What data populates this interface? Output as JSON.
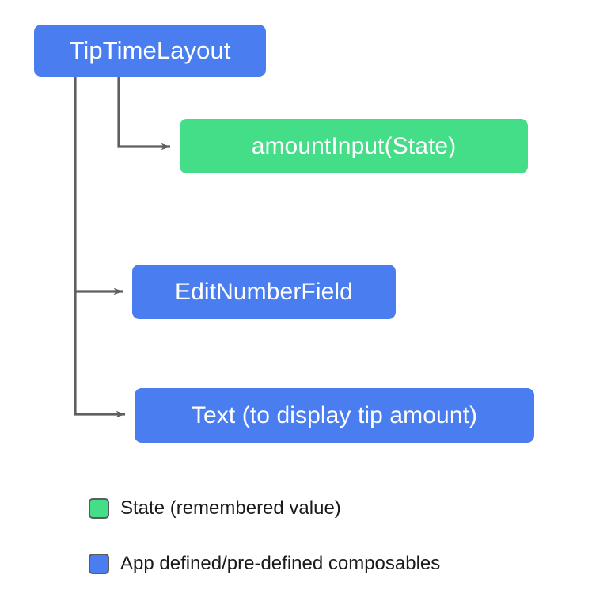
{
  "diagram": {
    "type": "hierarchy-tree",
    "background_color": "#ffffff",
    "connector_color": "#5f5f5f",
    "nodes": [
      {
        "id": "root",
        "label": "TipTimeLayout",
        "kind": "composable",
        "color": "#4a7ef0"
      },
      {
        "id": "amount_input",
        "label": "amountInput(State)",
        "kind": "state",
        "color": "#44dd88"
      },
      {
        "id": "edit_number_field",
        "label": "EditNumberField",
        "kind": "composable",
        "color": "#4a7ef0"
      },
      {
        "id": "text_display",
        "label": "Text (to display tip amount)",
        "kind": "composable",
        "color": "#4a7ef0"
      }
    ],
    "edges": [
      {
        "from": "root",
        "to": "amount_input"
      },
      {
        "from": "root",
        "to": "edit_number_field"
      },
      {
        "from": "root",
        "to": "text_display"
      }
    ]
  },
  "legend": {
    "items": [
      {
        "label": "State (remembered value)",
        "color": "#44dd88",
        "border_color": "#5c5c5c"
      },
      {
        "label": "App defined/pre-defined composables",
        "color": "#4a7ef0",
        "border_color": "#5c5c5c"
      }
    ]
  }
}
